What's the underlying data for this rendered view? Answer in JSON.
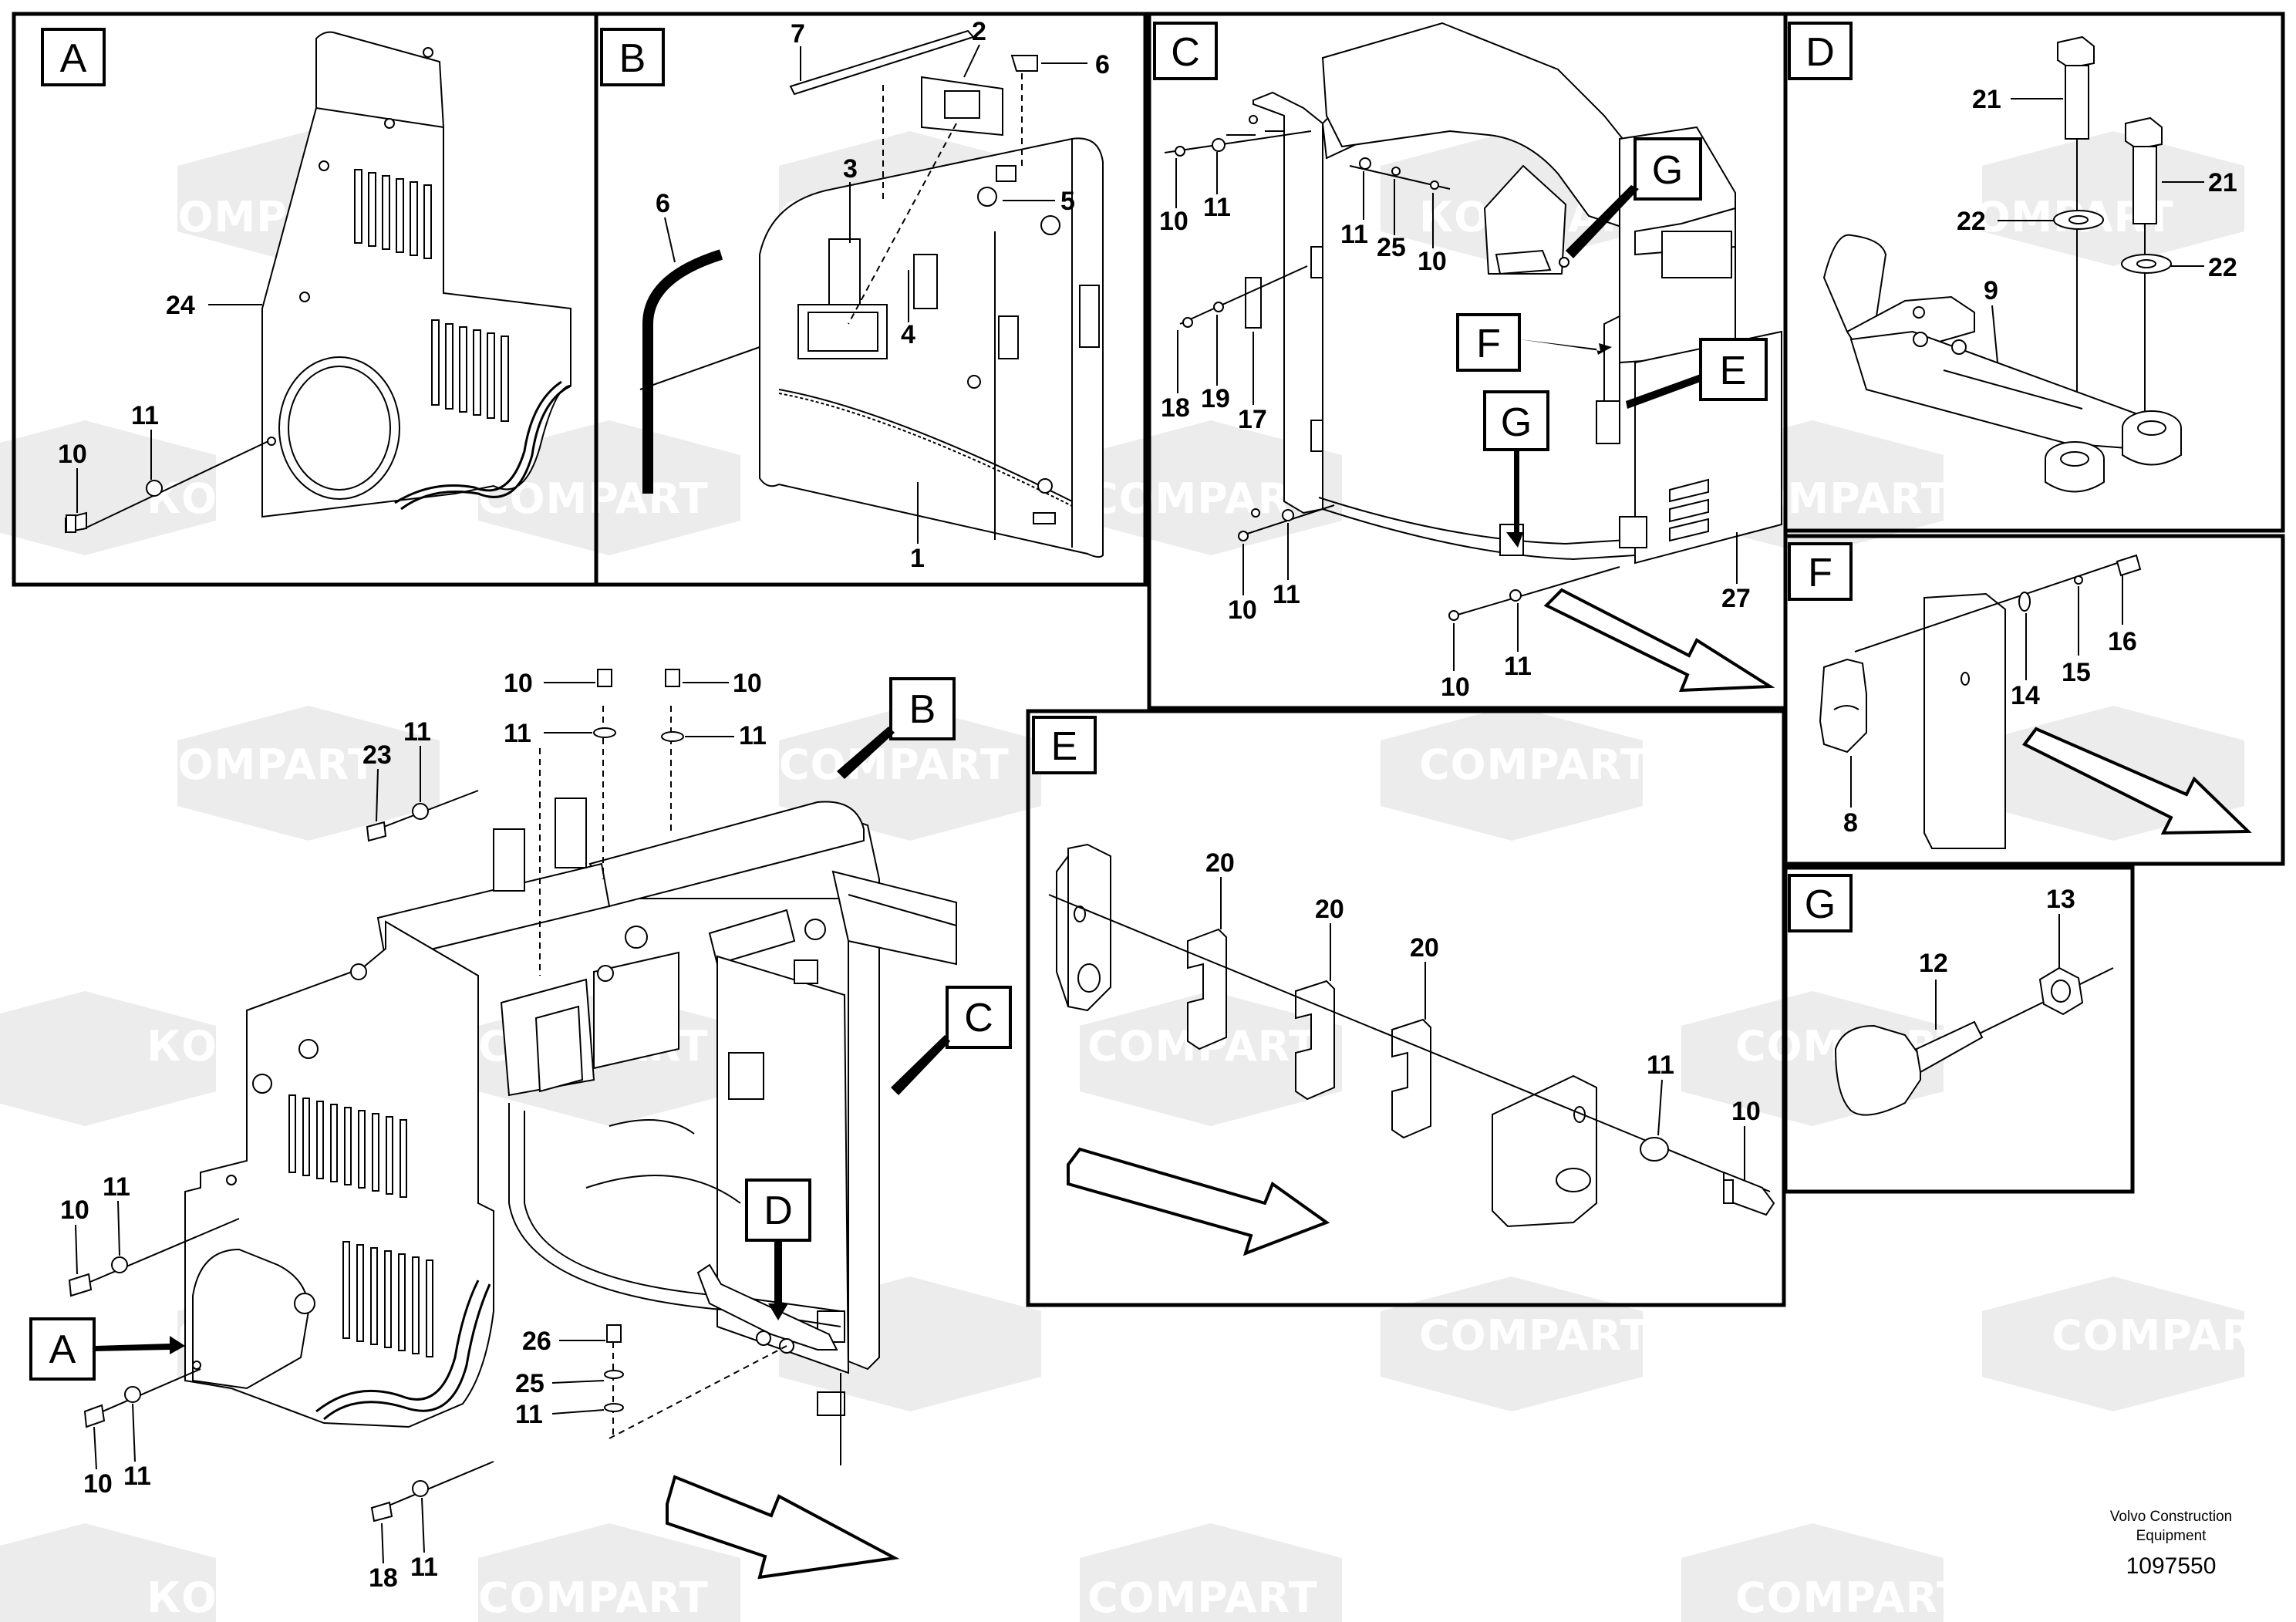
{
  "watermark": {
    "brand_latin": "COMPART",
    "brand_cyrillic": "КОМПАРТ"
  },
  "panels": {
    "A": {
      "tag": "A",
      "callouts": {
        "c24": "24",
        "c10": "10",
        "c11": "11"
      }
    },
    "B": {
      "tag": "B",
      "callouts": {
        "c7": "7",
        "c2": "2",
        "c6a": "6",
        "c3": "3",
        "c5": "5",
        "c6b": "6",
        "c4": "4",
        "c1": "1"
      }
    },
    "C": {
      "tag": "C",
      "callouts": {
        "c10a": "10",
        "c11a": "11",
        "c11b": "11",
        "c25": "25",
        "c10b": "10",
        "c18": "18",
        "c19": "19",
        "c17": "17",
        "c10c": "10",
        "c11c": "11",
        "c10d": "10",
        "c11d": "11",
        "c27": "27"
      },
      "detail_tags": {
        "g1": "G",
        "f": "F",
        "e": "E",
        "g2": "G"
      }
    },
    "D": {
      "tag": "D",
      "callouts": {
        "c21a": "21",
        "c21b": "21",
        "c22a": "22",
        "c22b": "22",
        "c9": "9"
      }
    },
    "E": {
      "tag": "E",
      "callouts": {
        "c20a": "20",
        "c20b": "20",
        "c20c": "20",
        "c11": "11",
        "c10": "10"
      }
    },
    "F": {
      "tag": "F",
      "callouts": {
        "c16": "16",
        "c15": "15",
        "c14": "14",
        "c8": "8"
      }
    },
    "G": {
      "tag": "G",
      "callouts": {
        "c13": "13",
        "c12": "12"
      }
    }
  },
  "overview": {
    "tags": {
      "a": "A",
      "b": "B",
      "c": "C",
      "d": "D"
    },
    "callouts": {
      "c10a": "10",
      "c10b": "10",
      "c11a": "11",
      "c11b": "11",
      "c23": "23",
      "c11c": "11",
      "c10c": "10",
      "c11d": "11",
      "c10d": "10",
      "c11e": "11",
      "c26": "26",
      "c25": "25",
      "c11f": "11",
      "c18": "18",
      "c11g": "11"
    }
  },
  "footer": {
    "company_line1": "Volvo Construction",
    "company_line2": "Equipment",
    "drawing_number": "1097550"
  }
}
